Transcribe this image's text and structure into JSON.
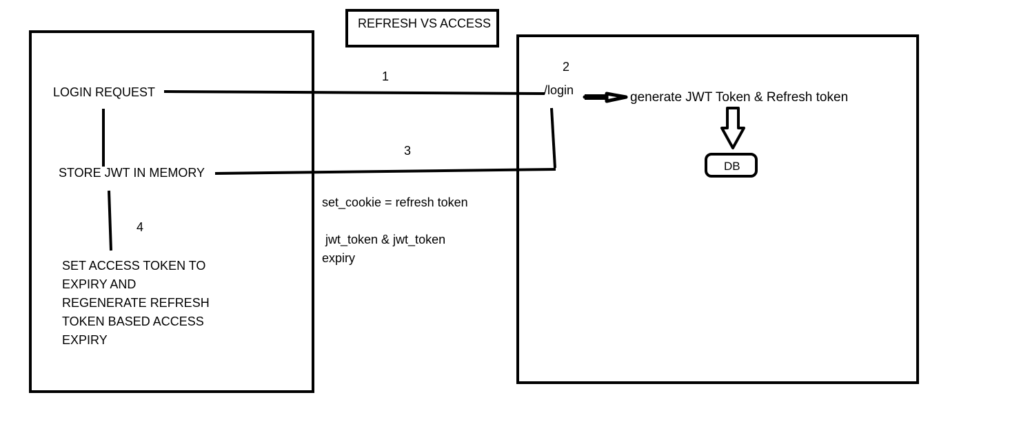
{
  "title": "REFRESH VS ACCESS",
  "client": {
    "login_request": "LOGIN REQUEST",
    "store_jwt": "STORE JWT IN MEMORY",
    "set_access": "SET ACCESS TOKEN TO\nEXPIRY AND\nREGENERATE REFRESH\nTOKEN BASED ACCESS\nEXPIRY"
  },
  "server": {
    "login_endpoint": "/login",
    "generate": "generate JWT Token & Refresh token",
    "db": "DB"
  },
  "steps": {
    "step1": "1",
    "step2": "2",
    "step3": "3",
    "step4": "4"
  },
  "response": {
    "cookie": "set_cookie = refresh token",
    "jwt": " jwt_token & jwt_token\nexpiry"
  },
  "colors": {
    "stroke": "#000000",
    "background": "#ffffff"
  }
}
